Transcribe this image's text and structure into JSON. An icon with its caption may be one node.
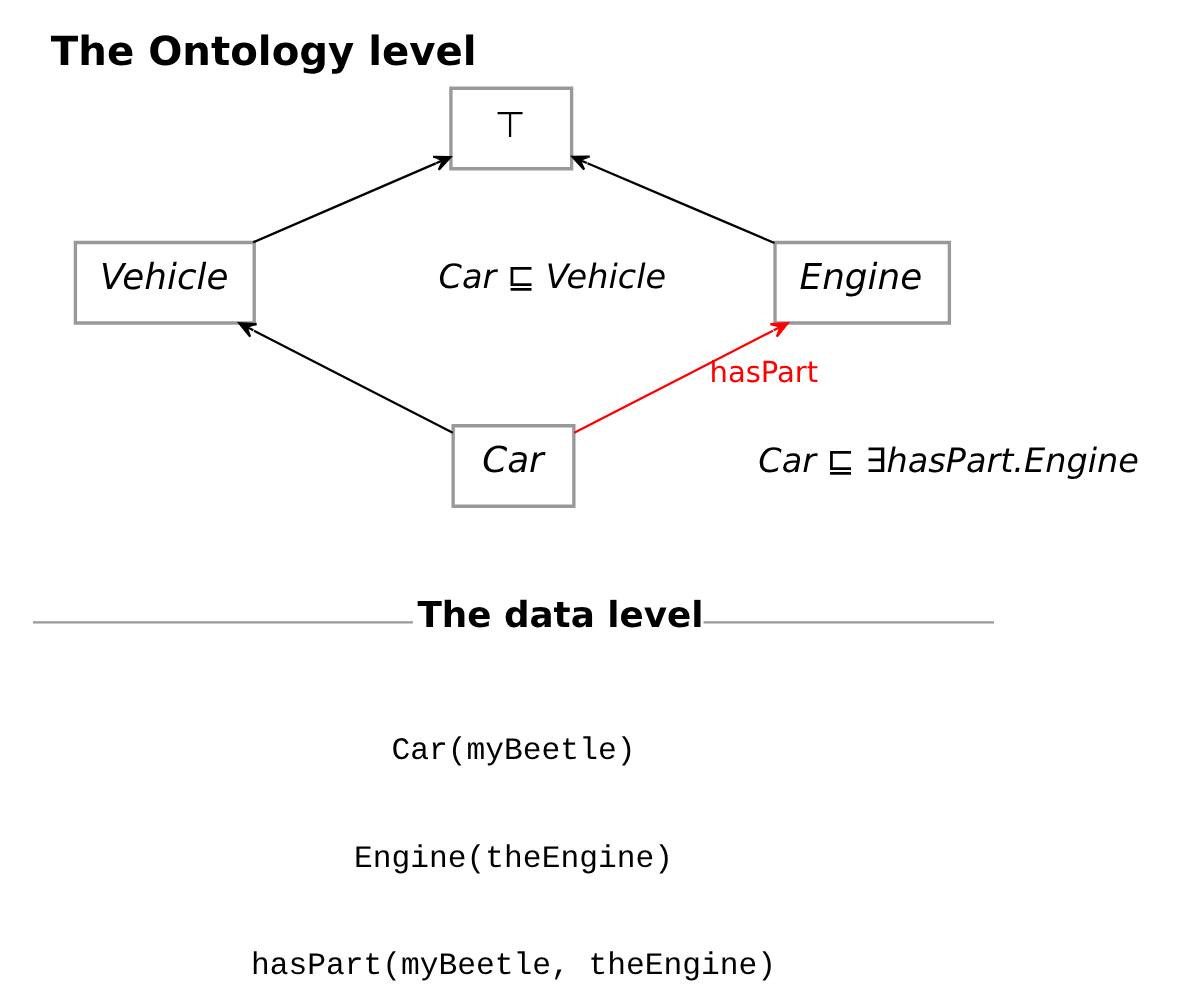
{
  "diagram": {
    "title": "The Ontology level",
    "nodes": [
      {
        "text": [
          "⊤"
        ]
      },
      {
        "text": [
          "Vehicle"
        ]
      },
      {
        "text": [
          "Engine"
        ]
      },
      {
        "text": [
          "Car"
        ]
      }
    ],
    "edges": [
      {
        "from": 1,
        "to": 0,
        "arrow": "to"
      },
      {
        "from": 2,
        "to": 0,
        "arrow": "to"
      },
      {
        "from": 3,
        "to": 1,
        "arrow": "to"
      },
      {
        "from": 3,
        "to": 2,
        "arrow": "to",
        "label": "hasPart",
        "color": "#ff0000"
      }
    ],
    "labels": [
      "Car ⊑ Vehicle",
      "Car ⊑ ∃hasPart.Engine",
      "The data level",
      "Car(myBeetle)",
      "Engine(theEngine)",
      "hasPart(myBeetle, theEngine)"
    ]
  }
}
